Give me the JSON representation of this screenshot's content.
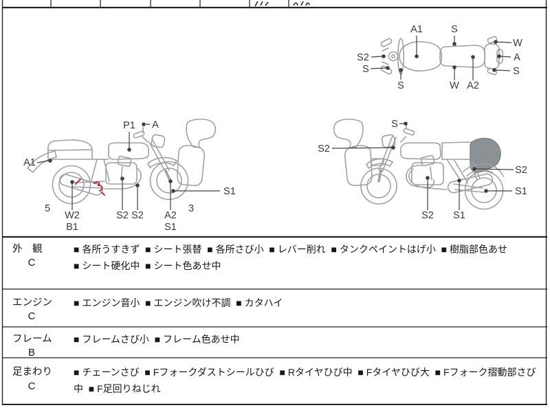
{
  "colors": {
    "line_black": "#222222",
    "sketch_gray": "#9da1a3",
    "shade_gray": "#8c9195",
    "damage_red": "#b5322e"
  },
  "views": {
    "top": {
      "labels": [
        "S2",
        "S",
        "S",
        "A1",
        "S",
        "W",
        "A",
        "S",
        "W",
        "A2"
      ]
    },
    "left": {
      "labels": [
        "P1",
        "A",
        "A1",
        "5",
        "W2",
        "B1",
        "S2",
        "S2",
        "A2",
        "S1",
        "3",
        "S1"
      ]
    },
    "right": {
      "labels": [
        "S",
        "S2",
        "S2",
        "S1",
        "S2",
        "S1"
      ]
    }
  },
  "inspection": {
    "rows": [
      {
        "category": "外　観",
        "grade": "C",
        "lines": [
          "■ 各所うすきず  ■ シート張替  ■ 各所さび小  ■ レバー削れ  ■ タンクペイントはげ小  ■ 樹脂部色あせ",
          "■ シート硬化中  ■ シート色あせ中"
        ]
      },
      {
        "category": "エンジン",
        "grade": "C",
        "lines": [
          "■ エンジン音小  ■ エンジン吹け不調  ■ カタハイ"
        ]
      },
      {
        "category": "フレーム",
        "grade": "B",
        "lines": [
          "■ フレームさび小  ■ フレーム色あせ中"
        ]
      },
      {
        "category": "足まわり",
        "grade": "C",
        "lines": [
          "■ チェーンさび  ■ Fフォークダストシールひび  ■ Rタイヤひび中  ■ Fタイヤひび大  ■ Fフォーク摺動部さび",
          "中  ■ F足回りねじれ"
        ]
      }
    ]
  }
}
